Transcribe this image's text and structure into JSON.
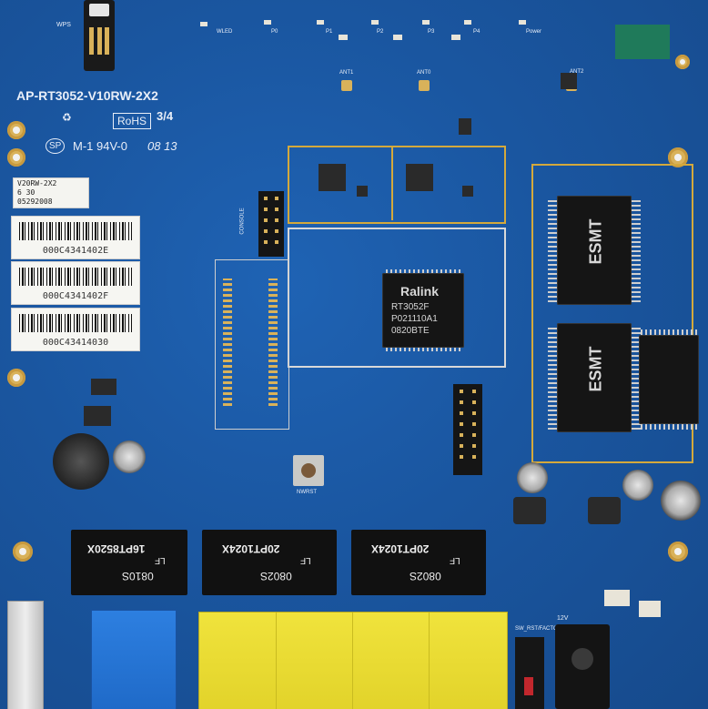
{
  "board": {
    "model_label": "AP-RT3052-V10RW-2X2",
    "rohs": "RoHS",
    "fire_rating": "M-1 94V-0",
    "date_code": "08 13",
    "ul_code": "SP",
    "revision_mark": "3/4",
    "wps": "WPS",
    "console": "CONSOLE",
    "nwrst": "NWRST",
    "sw_factory": "SW_RST/FACTORY",
    "power_label": "12V",
    "led_labels": [
      "WLED",
      "P0",
      "P1",
      "P2",
      "P3",
      "P4",
      "Power"
    ],
    "ant_labels": [
      "ANT1",
      "ANT0",
      "ANT2"
    ]
  },
  "stickers": {
    "info_lines": [
      "V20RW-2X2",
      "6  30",
      "05292008"
    ],
    "barcodes": [
      "000C4341402E",
      "000C4341402F",
      "000C43414030"
    ]
  },
  "chips": {
    "soc": {
      "brand": "Ralink",
      "lines": [
        "RT3052F",
        "P021110A1",
        "0820BTE"
      ]
    },
    "ram1": "ESMT",
    "ram2": "ESMT"
  },
  "magnetics": [
    {
      "part": "16PT8520X",
      "sub": "LF",
      "code": "0810S"
    },
    {
      "part": "20PT1024X",
      "sub": "LF",
      "code": "0802S"
    },
    {
      "part": "20PT1024X",
      "sub": "LF",
      "code": "0802S"
    }
  ]
}
